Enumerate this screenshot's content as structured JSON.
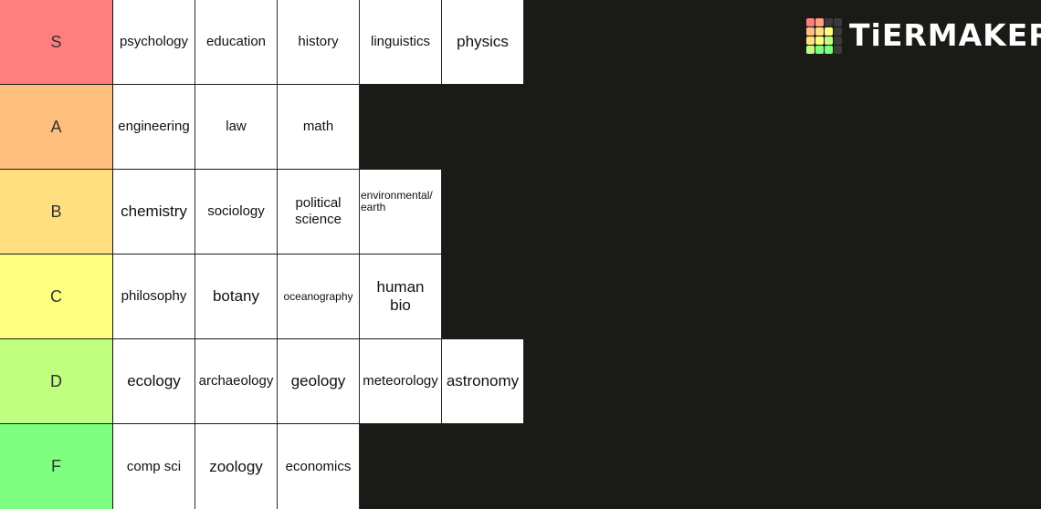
{
  "logo": {
    "text": "TiERMAKER",
    "grid_colors": [
      "#ff7f7f",
      "#ff9f7f",
      "#3a3a3a",
      "#3a3a3a",
      "#ffbf7f",
      "#ffdf7f",
      "#ffff7f",
      "#3a3a3a",
      "#ffdf7f",
      "#ffff7f",
      "#bfff7f",
      "#3a3a3a",
      "#bfff7f",
      "#7fff7f",
      "#7fff7f",
      "#3a3a3a"
    ]
  },
  "tiers": [
    {
      "label": "S",
      "color": "#ff7f7f",
      "items": [
        "psychology",
        "education",
        "history",
        "linguistics",
        "physics"
      ]
    },
    {
      "label": "A",
      "color": "#ffbf7f",
      "items": [
        "engineering",
        "law",
        "math"
      ]
    },
    {
      "label": "B",
      "color": "#ffdf7f",
      "items": [
        "chemistry",
        "sociology",
        "political\nscience",
        "environmental/\nearth"
      ]
    },
    {
      "label": "C",
      "color": "#ffff7f",
      "items": [
        "philosophy",
        "botany",
        "oceanography",
        "human\nbio"
      ]
    },
    {
      "label": "D",
      "color": "#bfff7f",
      "items": [
        "ecology",
        "archaeology",
        "geology",
        "meteorology",
        "astronomy"
      ]
    },
    {
      "label": "F",
      "color": "#7fff7f",
      "items": [
        "comp sci",
        "zoology",
        "economics"
      ]
    }
  ]
}
